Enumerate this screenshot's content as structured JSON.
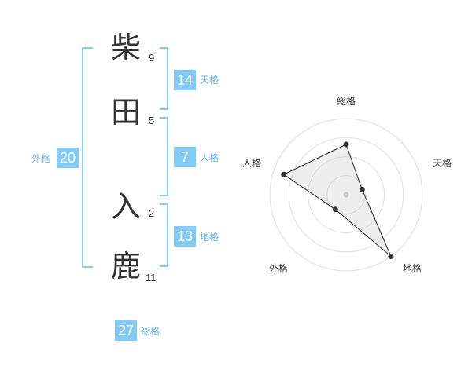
{
  "name": {
    "chars": [
      {
        "char": "柴",
        "strokes": "9"
      },
      {
        "char": "田",
        "strokes": "5"
      },
      {
        "char": "入",
        "strokes": "2"
      },
      {
        "char": "鹿",
        "strokes": "11"
      }
    ]
  },
  "fortunes": {
    "tenkaku": {
      "value": "14",
      "label": "天格"
    },
    "jinkaku": {
      "value": "7",
      "label": "人格"
    },
    "chikaku": {
      "value": "13",
      "label": "地格"
    },
    "gaikaku": {
      "value": "20",
      "label": "外格"
    },
    "soukaku": {
      "value": "27",
      "label": "総格"
    }
  },
  "colors": {
    "accent": "#82cbf7",
    "bracket": "#82cbf7",
    "label_text": "#64b3e8",
    "char_text": "#333333"
  },
  "chart_data": {
    "type": "radar",
    "axes": [
      "総格",
      "天格",
      "地格",
      "外格",
      "人格"
    ],
    "values": [
      0.66,
      0.22,
      1.0,
      0.24,
      0.86
    ],
    "range": [
      0,
      1
    ],
    "rings": 4
  }
}
